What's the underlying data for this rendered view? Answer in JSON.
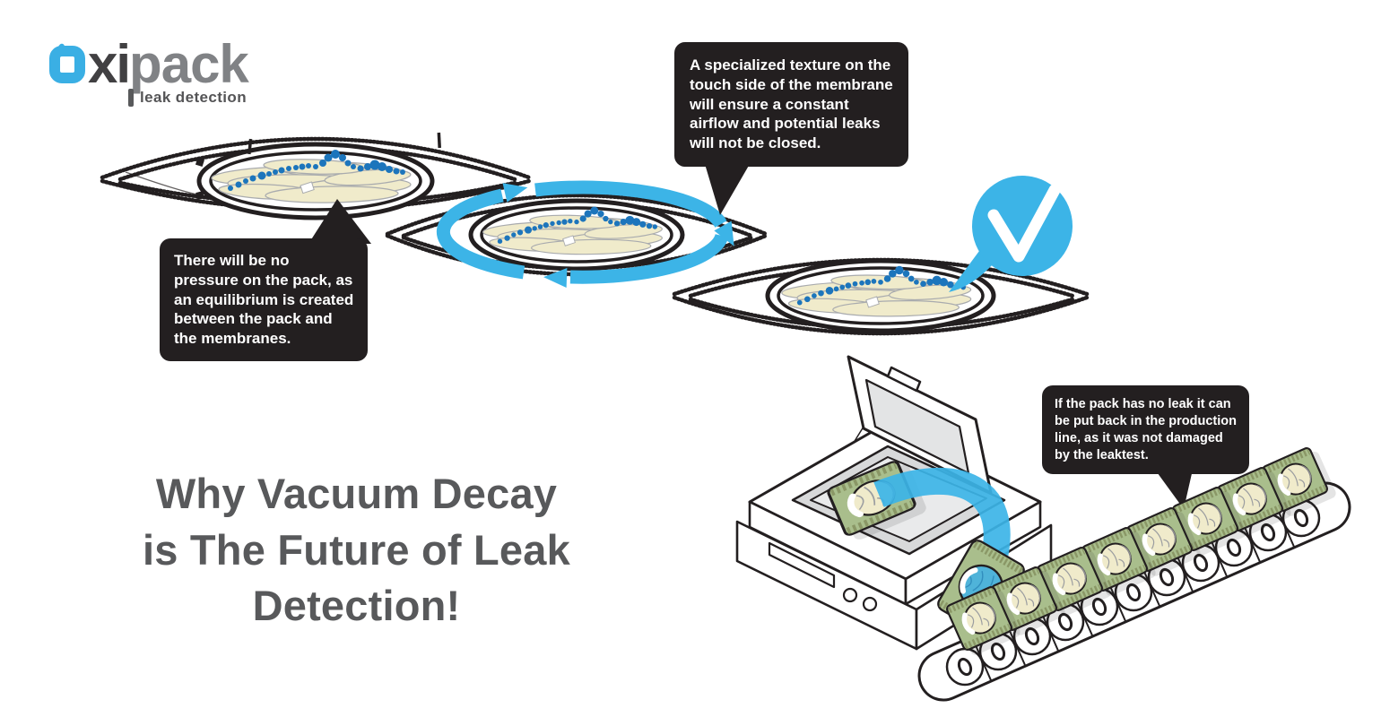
{
  "page": {
    "background": "#FFFFFF"
  },
  "logo": {
    "brand_o": "o",
    "brand_mid": "xi",
    "brand_suffix": "pack",
    "tagline": "leak detection",
    "blue": "#3AAFE4",
    "dark": "#414042",
    "gray": "#808285"
  },
  "heading": {
    "text": "Why Vacuum Decay\nis The Future of Leak\nDetection!",
    "color": "#58595B"
  },
  "callouts": {
    "equilibrium": "There will be no\npressure on the pack, as\nan equilibrium is created\nbetween the pack and\nthe membranes.",
    "texture": "A specialized texture on the\ntouch side of the membrane\nwill ensure a constant\nairflow and potential leaks\nwill not be closed.",
    "no_leak": "If the pack has no leak it can\nbe put back in the production\nline, as it was not damaged\nby the leaktest."
  },
  "icons": {
    "check_badge": "check-icon"
  },
  "colors": {
    "ink": "#231F20",
    "accent_blue": "#3CB4E7",
    "dot_blue": "#1C75BC",
    "pack_green": "#A9BE8C",
    "crimp_green": "#8A9766",
    "food_cream": "#F0EBCB",
    "tray_gray": "#D8D9DA",
    "lid_window_gray": "#E3E4E5",
    "teal_food": "#4FB3D9",
    "heading_gray": "#58595B"
  }
}
